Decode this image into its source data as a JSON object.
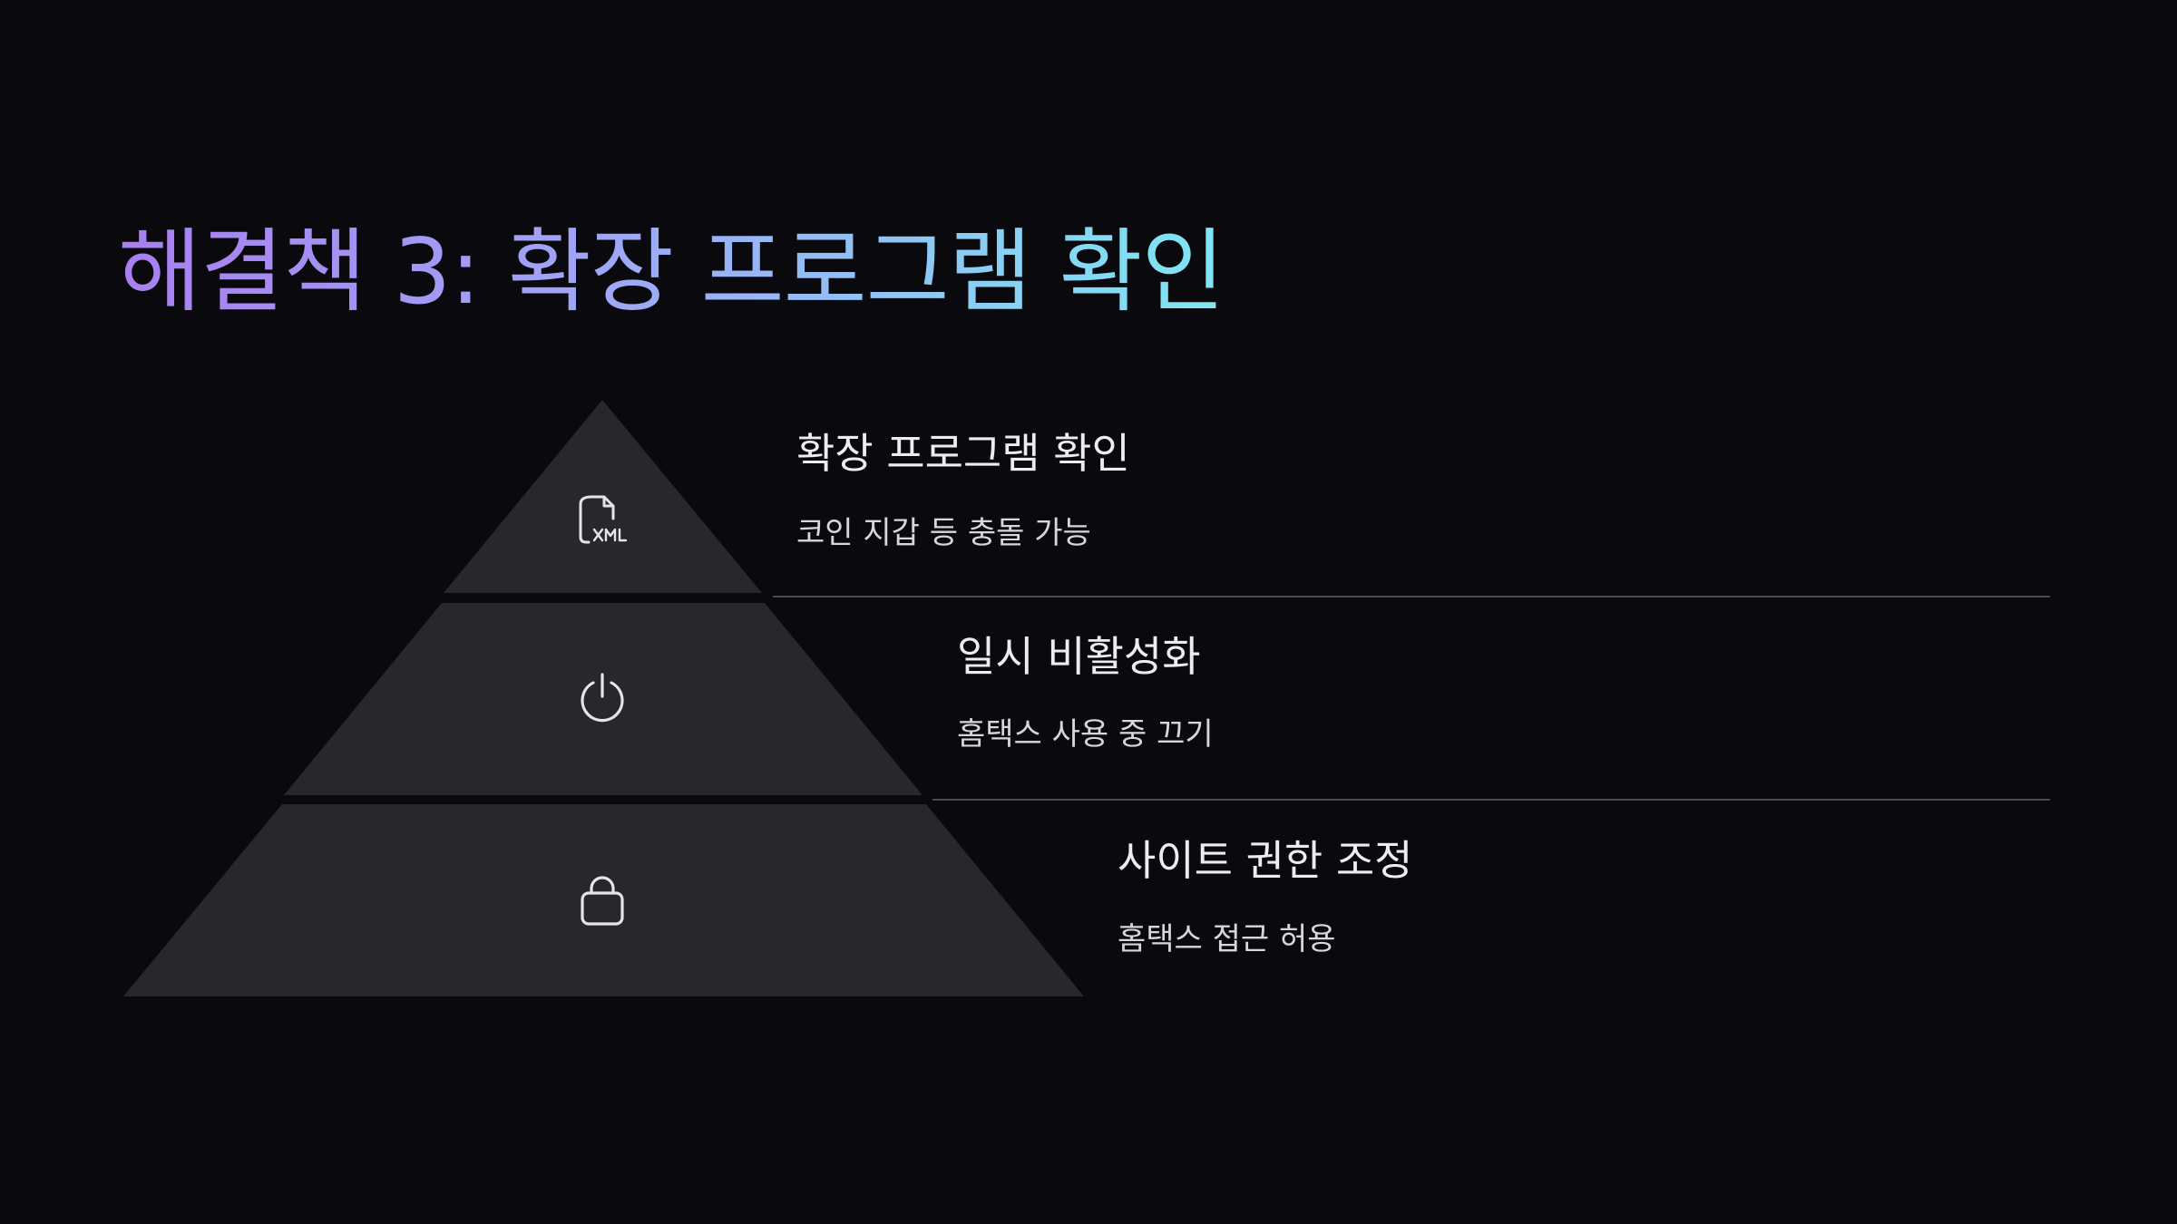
{
  "title": "해결책 3: 확장 프로그램 확인",
  "colors": {
    "background": "#09090e",
    "tier_fill": "#27272c",
    "divider": "#4a4a52",
    "icon": "#e4e4ea",
    "title_gradient": [
      "#a97ff0",
      "#9fa8f6",
      "#7ee7f2"
    ]
  },
  "tiers": [
    {
      "heading": "확장 프로그램 확인",
      "description": "코인 지갑 등 충돌 가능",
      "icon": "xml-file-icon"
    },
    {
      "heading": "일시 비활성화",
      "description": "홈택스 사용 중 끄기",
      "icon": "power-icon"
    },
    {
      "heading": "사이트 권한 조정",
      "description": "홈택스 접근 허용",
      "icon": "lock-icon"
    }
  ]
}
